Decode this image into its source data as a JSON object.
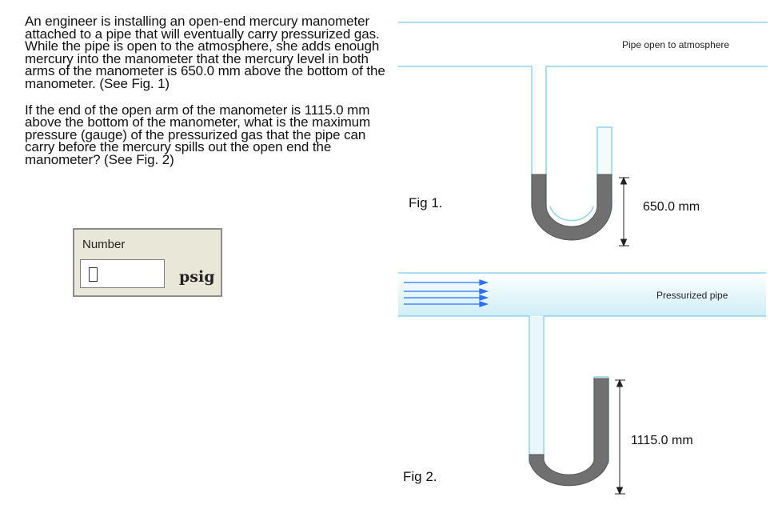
{
  "problem": {
    "paragraph1": "An engineer is installing an open-end mercury manometer attached to a pipe that will eventually carry pressurized gas. While the pipe is open to the atmosphere, she adds enough mercury into the manometer that the mercury level in both arms of the manometer is 650.0 mm above the bottom of the manometer. (See Fig. 1)",
    "paragraph2": "If the end of the open arm of the manometer is 1115.0 mm above the bottom of the manometer, what is the maximum pressure (gauge) of the pressurized gas that the pipe can carry before the mercury spills out the open end the manometer? (See Fig. 2)"
  },
  "answer": {
    "label": "Number",
    "value": "",
    "unit": "psig"
  },
  "fig1": {
    "caption": "Fig 1.",
    "pipe_label": "Pipe open to atmosphere",
    "dimension_label": "650.0 mm"
  },
  "fig2": {
    "caption": "Fig 2.",
    "pipe_label": "Pressurized pipe",
    "dimension_label": "1115.0 mm"
  },
  "colors": {
    "pipe_line": "#8fd3e8",
    "pipe_fill": "#e3f6fb",
    "mercury": "#707070",
    "flow_arrow": "#2a6fff",
    "answer_panel": "#e9e7d8"
  }
}
